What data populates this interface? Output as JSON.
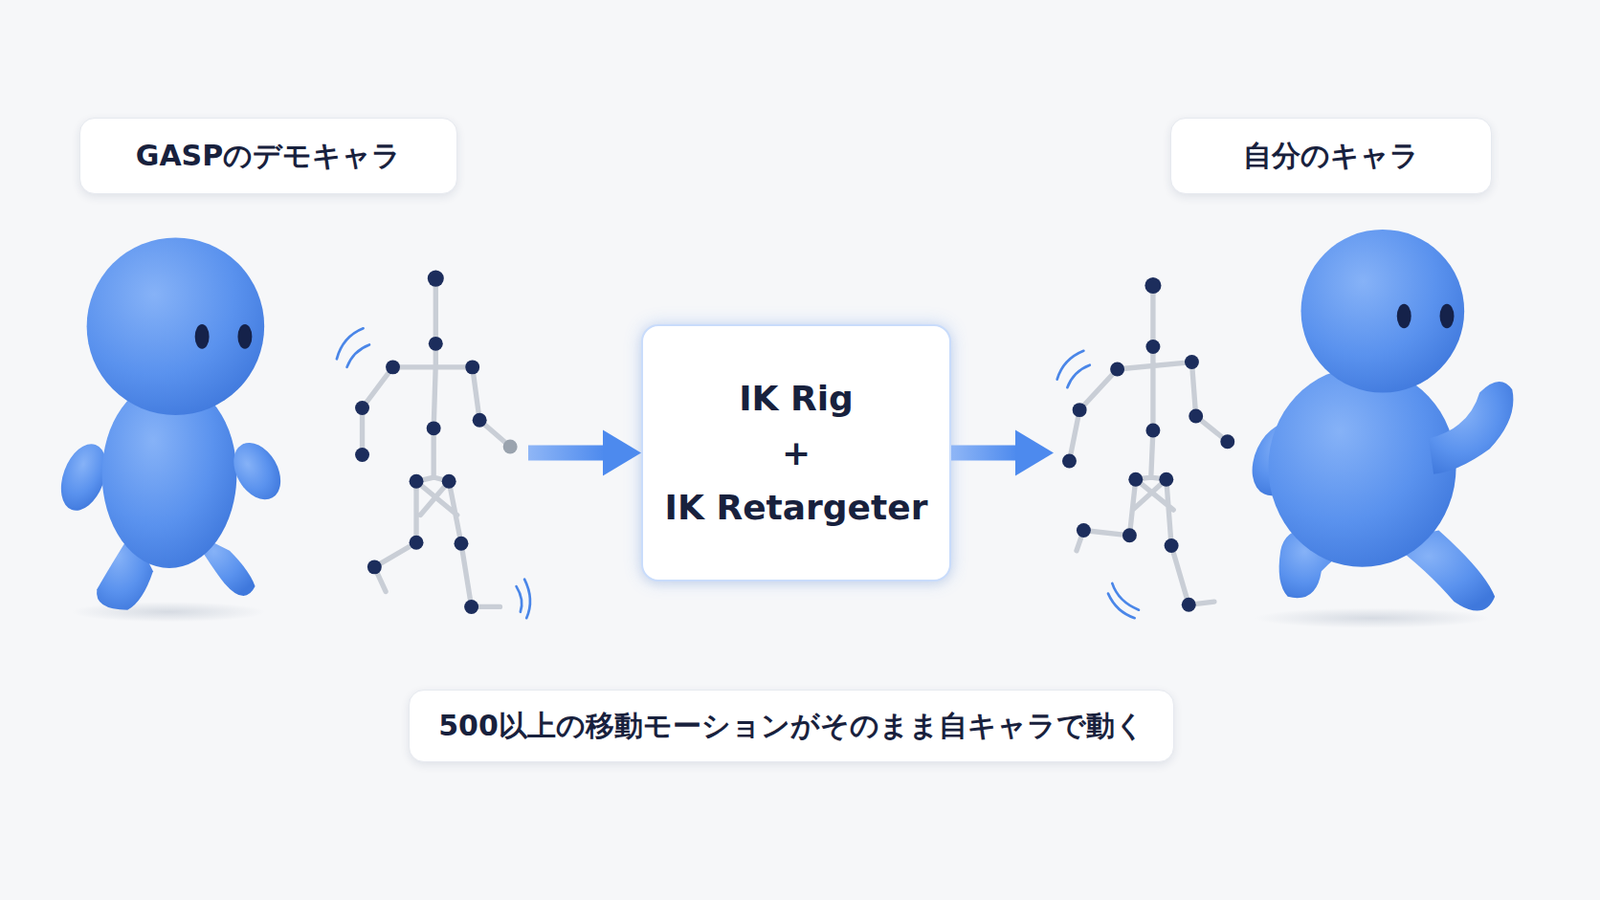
{
  "diagram": {
    "nodes": [
      {
        "text": [
          "GASPのデモキャラ"
        ]
      },
      {
        "text": [
          "IK Rig",
          "+",
          "IK Retargeter"
        ]
      },
      {
        "text": [
          "自分のキャラ"
        ]
      },
      {
        "text": [
          "500以上の移動モーションがそのまま自キャラで動く"
        ]
      }
    ],
    "edges": [
      {
        "from": 0,
        "to": 1,
        "arrow": "to"
      },
      {
        "from": 1,
        "to": 2,
        "arrow": "to"
      }
    ]
  }
}
